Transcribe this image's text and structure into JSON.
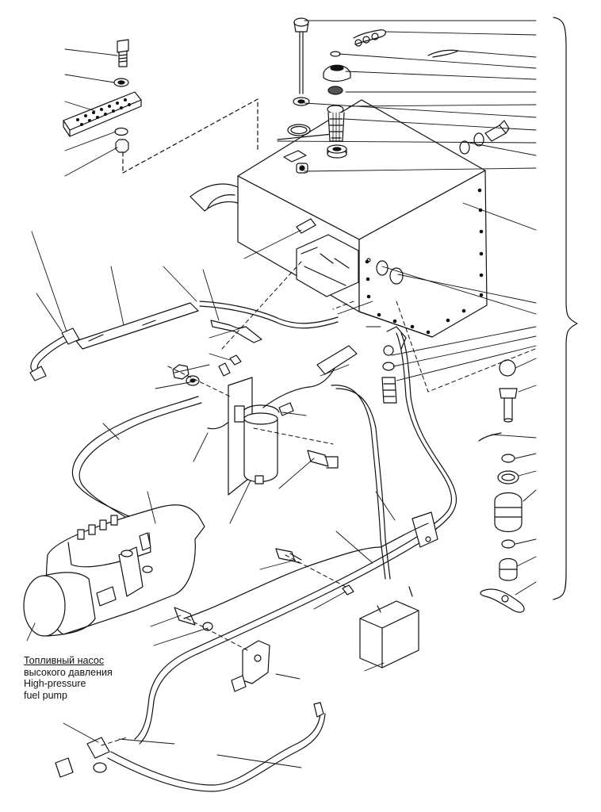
{
  "caption": {
    "ru_line1": "Топливный насос",
    "ru_line2": "высокого давления",
    "en_line1": "High-pressure",
    "en_line2": "fuel pump"
  }
}
